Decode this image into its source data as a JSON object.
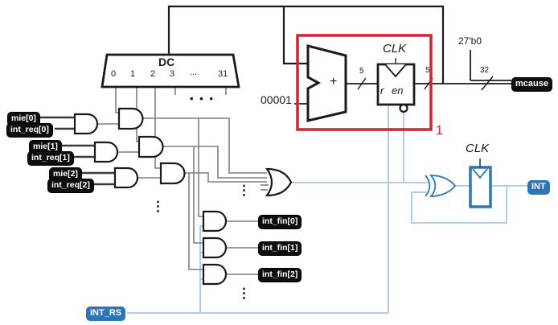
{
  "labels": {
    "dc": "DC",
    "dc_outputs": [
      "0",
      "1",
      "2",
      "3",
      "...",
      "31"
    ],
    "mux_plus": "+",
    "mux_const": "00001",
    "clk_register": "CLK",
    "clk_ff": "CLK",
    "reg_r": "r",
    "reg_en": "en",
    "bus_width_mux_out": "5",
    "bus_width_reg_out": "5",
    "bus_width_mcause": "32",
    "zero_pad_const": "27'b0",
    "stage_number": "1",
    "dots_h": "• • •",
    "dots_v": "⋮"
  },
  "pills": {
    "mie": [
      "mie[0]",
      "mie[1]",
      "mie[2]"
    ],
    "int_req": [
      "int_req[0]",
      "int_req[1]",
      "int_req[2]"
    ],
    "int_fin": [
      "int_fin[0]",
      "int_fin[1]",
      "int_fin[2]"
    ],
    "mcause": "mcause",
    "int": "INT",
    "int_rs": "INT_RS"
  },
  "colors": {
    "highlight_red": "#cf2330",
    "accent_blue": "#2e75b6",
    "wire_light_blue": "#a9c7e7",
    "wire_gray": "#7f7f7f",
    "wire_black": "#1a1a1a",
    "pill_black": "#0e0e0e"
  }
}
